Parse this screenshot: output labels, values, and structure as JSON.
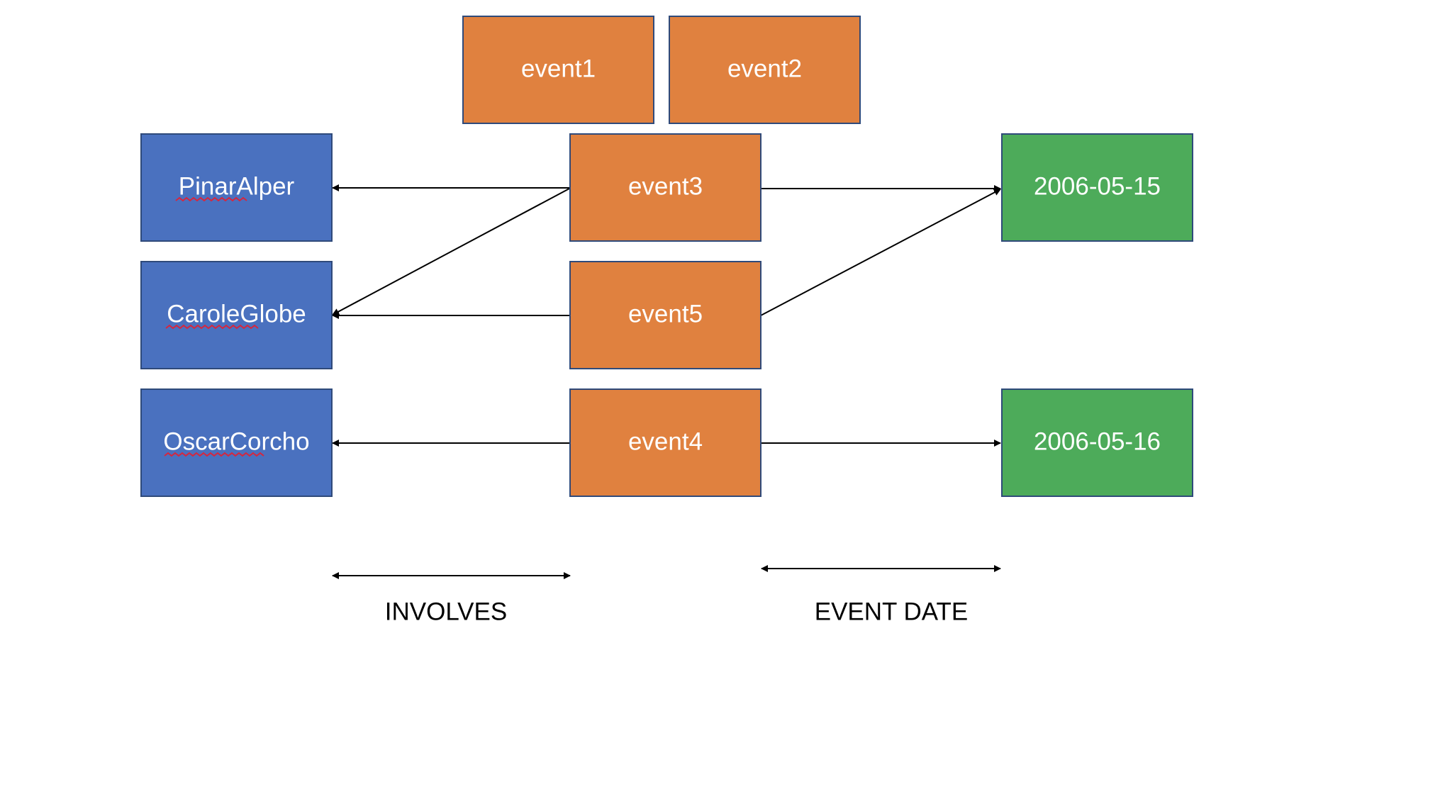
{
  "diagram": {
    "nodes": {
      "event1": {
        "label": "event1",
        "type": "event"
      },
      "event2": {
        "label": "event2",
        "type": "event"
      },
      "event3": {
        "label": "event3",
        "type": "event"
      },
      "event5": {
        "label": "event5",
        "type": "event"
      },
      "event4": {
        "label": "event4",
        "type": "event"
      },
      "pinar": {
        "label": "PinarAlper",
        "type": "person",
        "spellcheck_underline": true
      },
      "carole": {
        "label": "CaroleGlobe",
        "type": "person",
        "spellcheck_underline": true
      },
      "oscar": {
        "label": "OscarCorcho",
        "type": "person",
        "spellcheck_underline": true
      },
      "date15": {
        "label": "2006-05-15",
        "type": "date"
      },
      "date16": {
        "label": "2006-05-16",
        "type": "date"
      }
    },
    "edges": [
      {
        "from": "event3",
        "to": "pinar",
        "relation": "involves"
      },
      {
        "from": "event3",
        "to": "carole",
        "relation": "involves"
      },
      {
        "from": "event5",
        "to": "carole",
        "relation": "involves"
      },
      {
        "from": "event4",
        "to": "oscar",
        "relation": "involves"
      },
      {
        "from": "event3",
        "to": "date15",
        "relation": "event_date"
      },
      {
        "from": "event5",
        "to": "date15",
        "relation": "event_date"
      },
      {
        "from": "event4",
        "to": "date16",
        "relation": "event_date"
      }
    ],
    "legend": {
      "involves": "INVOLVES",
      "event_date": "EVENT DATE"
    },
    "colors": {
      "event": "#e0813f",
      "person": "#4a71bf",
      "date": "#4dab5a",
      "border": "#2f4a7a",
      "arrow": "#000000"
    }
  }
}
